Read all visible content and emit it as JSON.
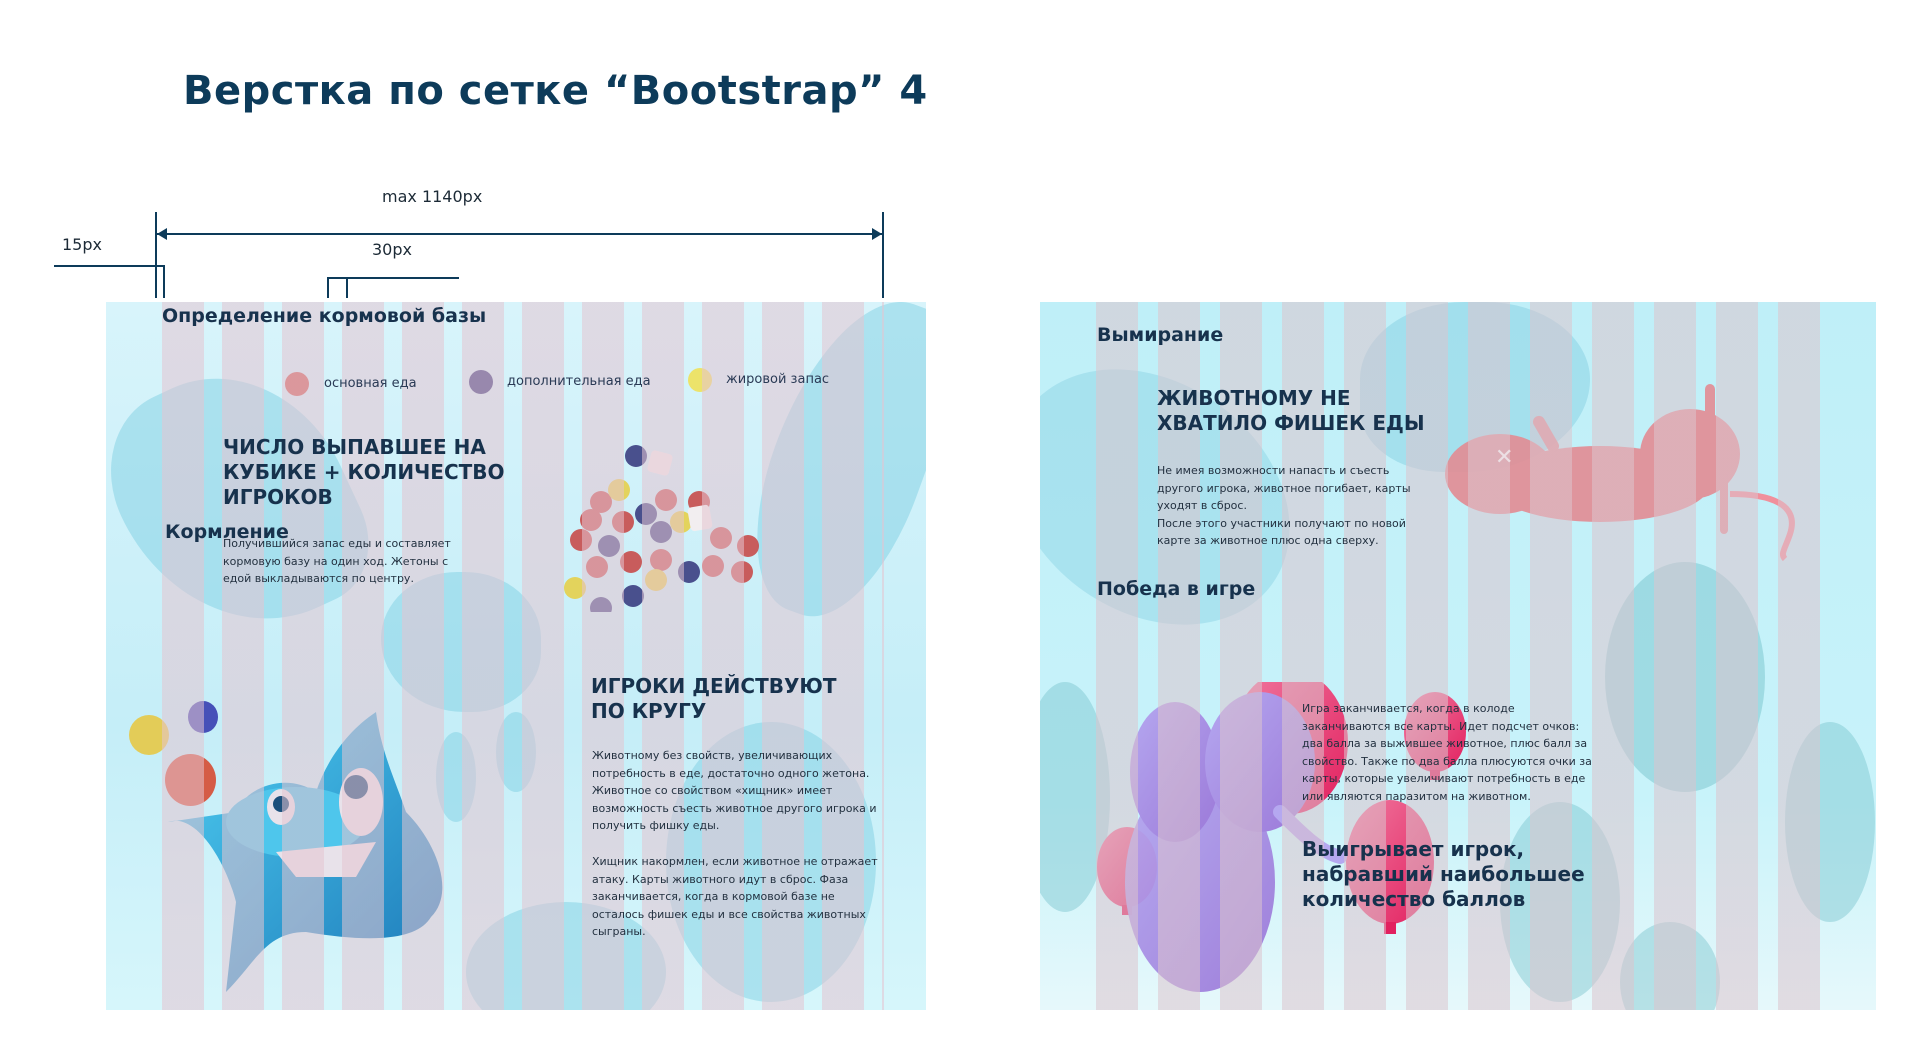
{
  "title": "Верстка по сетке “Bootstrap” 4",
  "dimensions": {
    "max_width": "max 1140px",
    "gutter_half": "15px",
    "gutter": "30px"
  },
  "left_panel": {
    "section1_title": "Определение кормовой базы",
    "legend": [
      {
        "label": "основная еда",
        "color": "#d0615c"
      },
      {
        "label": "дополнительная еда",
        "color": "#3b3f82"
      },
      {
        "label": "жировой запас",
        "color": "#ece36a"
      }
    ],
    "heading1": [
      "ЧИСЛО ВЫПАВШЕЕ НА",
      "КУБИКЕ + КОЛИЧЕСТВО",
      "ИГРОКОВ"
    ],
    "para1": [
      "Получившийся запас еды и составляет",
      "кормовую базу на один ход. Жетоны с",
      "едой выкладываются по центру."
    ],
    "section2_title": "Кормление",
    "heading2": [
      "ИГРОКИ ДЕЙСТВУЮТ",
      "ПО КРУГУ"
    ],
    "para2": [
      "Животному без свойств, увеличивающих",
      "потребность в еде, достаточно одного жетона.",
      "Животное со свойством «хищник» имеет",
      "возможность съесть животное другого игрока и",
      "получить фишку еды."
    ],
    "para3": [
      "Хищник накормлен, если животное не отражает",
      "атаку. Карты животного идут в сброс. Фаза",
      "заканчивается, когда в кормовой базе не",
      "осталось фишек еды и все свойства животных",
      "сыграны."
    ]
  },
  "right_panel": {
    "section1_title": "Вымирание",
    "heading1": [
      "ЖИВОТНОМУ НЕ",
      "ХВАТИЛО ФИШЕК ЕДЫ"
    ],
    "para1": [
      "Не имея возможности напасть и съесть",
      "другого игрока, животное погибает, карты",
      "уходят в сброс.",
      "После этого участники получают по новой",
      "карте за животное плюс одна сверху."
    ],
    "section2_title": "Победа в игре",
    "para2": [
      "Игра заканчивается, когда в колоде",
      "заканчиваются все карты. Идет подсчет очков:",
      "два балла за выжившее животное, плюс балл за",
      "свойство. Также по два балла плюсуются очки за",
      "карты, которые увеличивают потребность в еде",
      "или являются паразитом на животном."
    ],
    "heading2": [
      "Выигрывает игрок,",
      "набравший наибольшее",
      "количество баллов"
    ]
  }
}
